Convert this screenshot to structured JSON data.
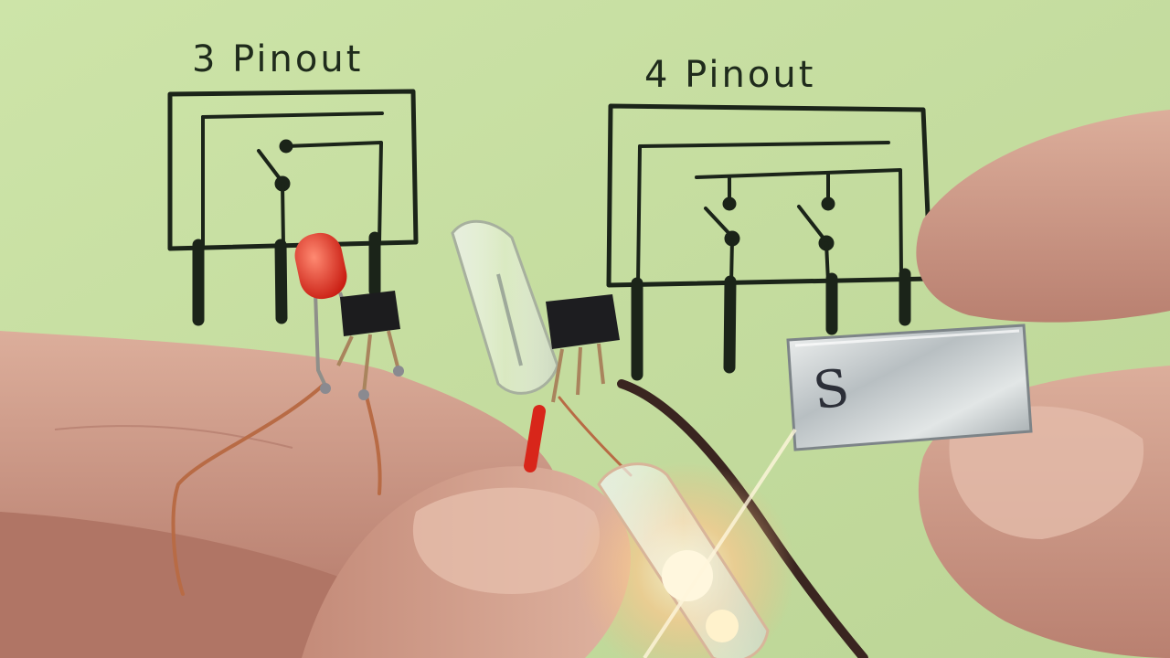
{
  "photo": {
    "paper_color": "#c6dea2",
    "ink_color": "#1b2419",
    "skin_color": "#d4a08e",
    "labels": {
      "left_diagram": "3 Pinout",
      "right_diagram": "4 Pinout"
    },
    "magnet_mark": "S"
  }
}
